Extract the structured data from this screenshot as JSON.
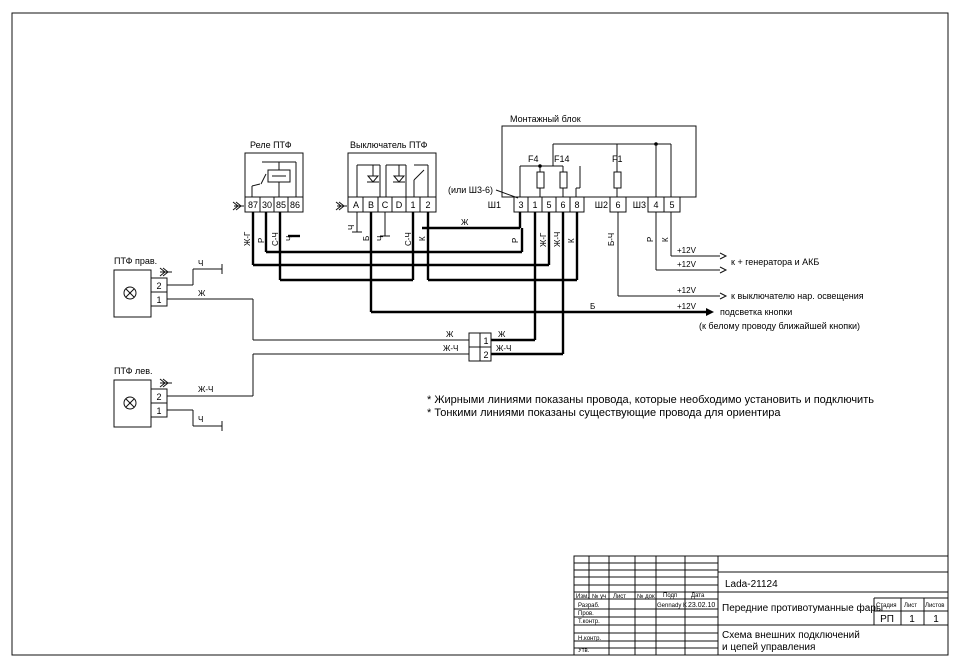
{
  "title_block": {
    "model": "Lada-21124",
    "doc_name": "Передние противотуманные фары",
    "sheet_title_1": "Схема внешних подключений",
    "sheet_title_2": "и цепей управления",
    "col_izm": "Изм.",
    "col_num": "№ уч",
    "col_list": "Лист",
    "col_ndoc": "№ док",
    "col_podp": "Подп",
    "col_date": "Дата",
    "row_razrab": "Разраб.",
    "row_prov": "Пров.",
    "row_tkontr": "Т.контр.",
    "row_nkontr": "Н.контр.",
    "row_utv": "Утв.",
    "author": "Gennady K",
    "date": "23.02.10",
    "stage_label": "Стадия",
    "sheet_label": "Лист",
    "sheets_label": "Листов",
    "stage": "РП",
    "sheet": "1",
    "sheets": "1"
  },
  "diagram": {
    "relay_title": "Реле ПТФ",
    "relay_pins": [
      "87",
      "30",
      "85",
      "86"
    ],
    "switch_title": "Выключатель ПТФ",
    "switch_pins": [
      "A",
      "B",
      "C",
      "D",
      "1",
      "2"
    ],
    "block_title": "Монтажный блок",
    "fuse_labels": [
      "F4",
      "F14",
      "F1"
    ],
    "alt_note": "(или Ш3-6)",
    "sh1_label": "Ш1",
    "sh1_pins": [
      "3",
      "1",
      "5",
      "6",
      "8"
    ],
    "sh2_label": "Ш2",
    "sh2_pins": [
      "6"
    ],
    "sh3_label": "Ш3",
    "sh3_pins": [
      "4",
      "5"
    ],
    "ptf_right": "ПТФ прав.",
    "ptf_left": "ПТФ лев.",
    "lamp_pins": [
      "2",
      "1"
    ],
    "conn_pins": [
      "1",
      "2"
    ],
    "wire_colors": {
      "relay": [
        "Ж-Г",
        "Р",
        "С-Ч",
        "Ч"
      ],
      "switch": [
        "Ч",
        "Б",
        "Ч",
        "С-Ч",
        "К"
      ],
      "sh1": [
        "Р",
        "Ж-Г",
        "Ж-Ч",
        "К"
      ],
      "sh2": "Б-Ч",
      "sh3": [
        "Р",
        "К"
      ],
      "zh": "Ж",
      "b": "Б",
      "ch": "Ч",
      "zhch": "Ж-Ч"
    },
    "plus12": "+12V",
    "dest_generator": "к + генератора и АКБ",
    "dest_lighting": "к выключателю нар. освещения",
    "dest_backlight_1": "подсветка кнопки",
    "dest_backlight_2": "(к белому проводу ближайшей кнопки)",
    "note_1": "* Жирными линиями показаны провода, которые необходимо установить и подключить",
    "note_2": "* Тонкими линиями показаны существующие провода для ориентира"
  }
}
